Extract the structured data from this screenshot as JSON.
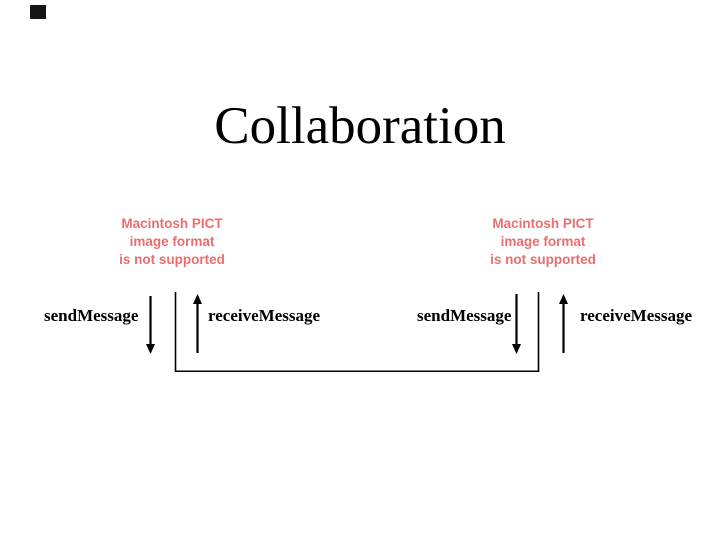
{
  "slide_title": "Collaboration",
  "pict_placeholder_left": {
    "lines": [
      "Macintosh PICT",
      "image format",
      "is not supported"
    ]
  },
  "pict_placeholder_right": {
    "lines": [
      "Macintosh PICT",
      "image format",
      "is not supported"
    ]
  },
  "labels": {
    "left_send": "sendMessage",
    "left_receive": "receiveMessage",
    "right_send": "sendMessage",
    "right_receive": "receiveMessage"
  },
  "colors": {
    "background": "#ffffff",
    "title_text": "#000000",
    "placeholder_text": "#ed6d6d",
    "diagram_lines": "#000000",
    "corner_mark": "#141414"
  }
}
